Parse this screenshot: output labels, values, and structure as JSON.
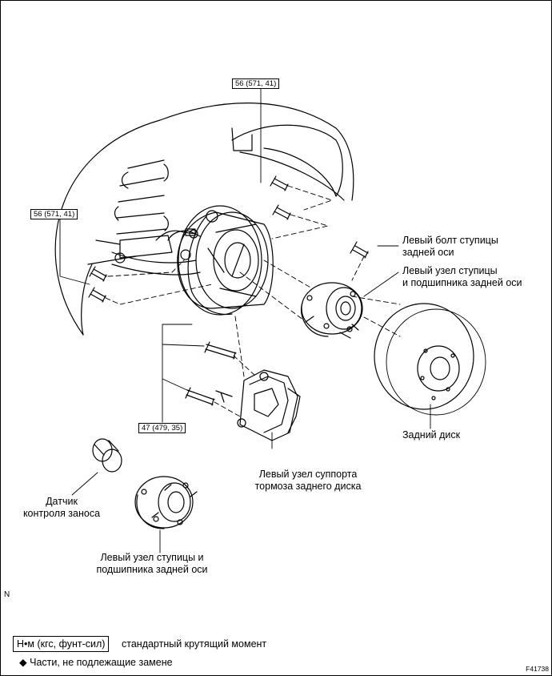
{
  "torque_labels": {
    "upper": "56 (571, 41)",
    "left": "56 (571, 41)",
    "caliper": "47 (479, 35)"
  },
  "labels": {
    "hub_bolt": [
      "Левый болт ступицы",
      "задней оси"
    ],
    "hub_bearing_upper": [
      "Левый узел ступицы",
      "и подшипника задней оси"
    ],
    "rear_disc": "Задний диск",
    "caliper": [
      "Левый узел суппорта",
      "тормоза заднего диска"
    ],
    "skid_sensor": [
      "Датчик",
      "контроля заноса"
    ],
    "hub_bearing_lower": [
      "Левый узел ступицы и",
      "подшипника задней оси"
    ]
  },
  "legend": {
    "unit_box": "Н•м (кгс, фунт-сил)",
    "unit_text": "стандартный крутящий момент",
    "nonreusable_symbol": "◆",
    "nonreusable_text": "Части, не подлежащие замене"
  },
  "corner_mark": "N",
  "figure_code": "F41738"
}
